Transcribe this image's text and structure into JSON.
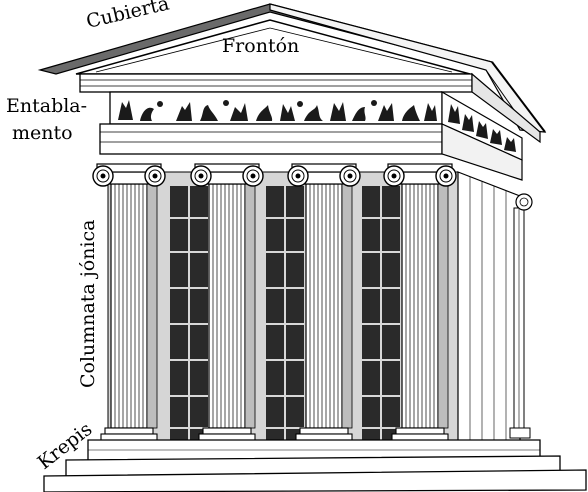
{
  "labels": {
    "cubierta": "Cubierta",
    "fronton": "Frontón",
    "entablamento_1": "Entabla-",
    "entablamento_2": "mento",
    "columnata": "Columnata jónica",
    "krepis": "Krepis"
  },
  "colors": {
    "ink": "#000000",
    "paper": "#ffffff",
    "wall_dark": "#2a2a2a",
    "wall_grid": "#d8d8d8",
    "stone_light": "#ececec",
    "stone_mid": "#bdbdbd",
    "stone_shade": "#9a9a9a"
  }
}
